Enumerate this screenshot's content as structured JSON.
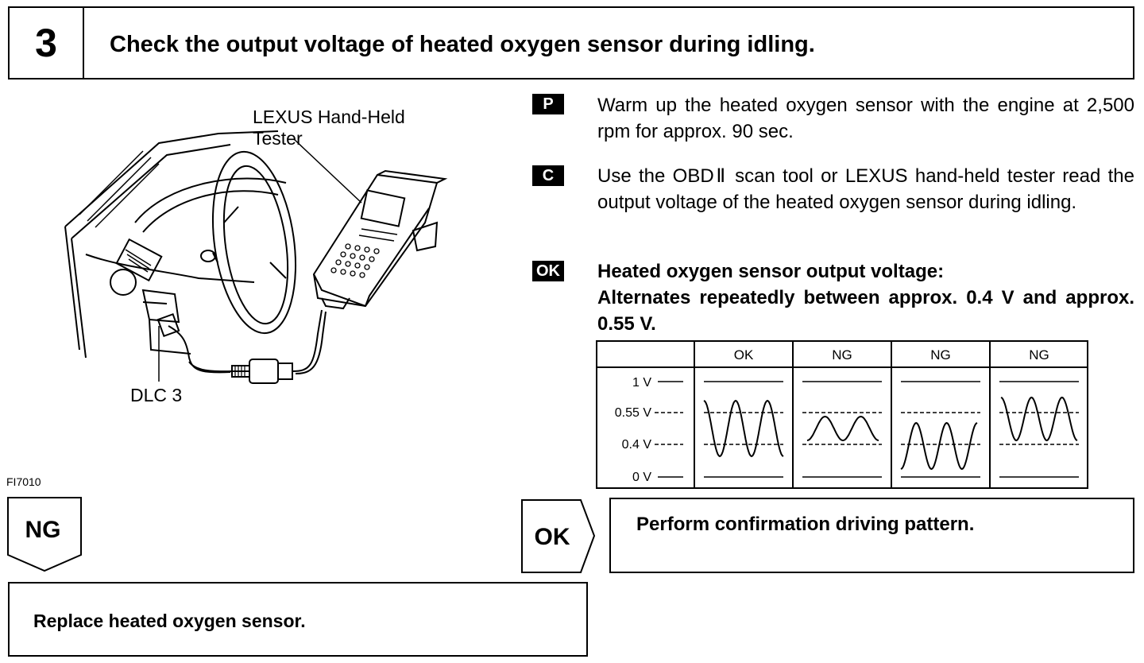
{
  "header": {
    "step_number": "3",
    "title": "Check the output voltage of heated oxygen sensor during idling."
  },
  "illustration": {
    "tester_callout_line1": "LEXUS Hand-Held",
    "tester_callout_line2": "Tester",
    "dlc_callout": "DLC 3",
    "figure_code": "FI7010"
  },
  "instructions": [
    {
      "badge": "P",
      "text": "Warm up the heated oxygen sensor with the engine at 2,500 rpm for approx. 90 sec."
    },
    {
      "badge": "C",
      "text": "Use the OBDⅡ scan tool or LEXUS hand-held tester read the output voltage of the heated oxygen sensor during idling."
    }
  ],
  "ok_spec": {
    "badge": "OK",
    "label": "Heated oxygen sensor output voltage:",
    "text": "Alternates repeatedly between approx. 0.4 V and approx. 0.55 V."
  },
  "waveform_table": {
    "columns": [
      "OK",
      "NG",
      "NG",
      "NG"
    ],
    "rows": [
      "1 V",
      "0.55 V",
      "0.4 V",
      "0 V"
    ]
  },
  "results": {
    "ng_label": "NG",
    "ng_action": "Replace heated oxygen sensor.",
    "ok_label": "OK",
    "ok_action": "Perform confirmation driving pattern."
  }
}
